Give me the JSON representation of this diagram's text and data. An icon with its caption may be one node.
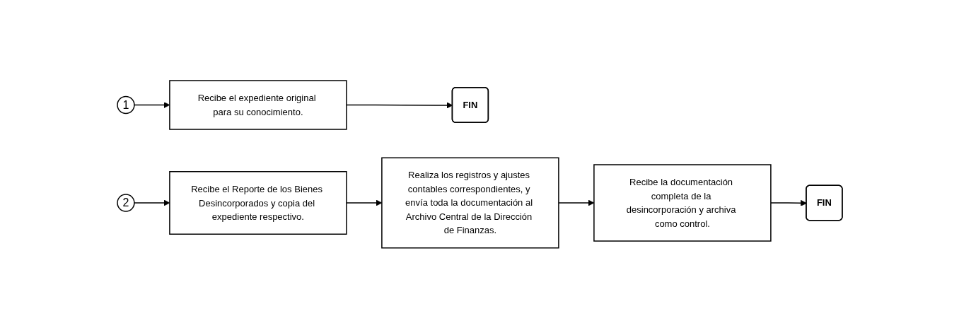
{
  "diagram": {
    "nodes": [
      {
        "text": [
          "1"
        ]
      },
      {
        "text": [
          "Recibe el expediente original para su conocimiento."
        ]
      },
      {
        "text": [
          "FIN"
        ]
      },
      {
        "text": [
          "2"
        ]
      },
      {
        "text": [
          "Recibe el Reporte de los Bienes Desincorporados y copia del expediente respectivo."
        ]
      },
      {
        "text": [
          "Realiza los registros y ajustes contables correspondientes, y envía toda la documentación al Archivo Central de la Dirección de Finanzas."
        ]
      },
      {
        "text": [
          "Recibe la documentación completa de la desincorporación y archiva como control."
        ]
      },
      {
        "text": [
          "FIN"
        ]
      }
    ],
    "edges": [
      {
        "from": 0,
        "to": 1,
        "arrow": "to"
      },
      {
        "from": 1,
        "to": 2,
        "arrow": "to"
      },
      {
        "from": 3,
        "to": 4,
        "arrow": "to"
      },
      {
        "from": 4,
        "to": 5,
        "arrow": "to"
      },
      {
        "from": 5,
        "to": 6,
        "arrow": "to"
      },
      {
        "from": 6,
        "to": 7,
        "arrow": "to"
      }
    ]
  }
}
